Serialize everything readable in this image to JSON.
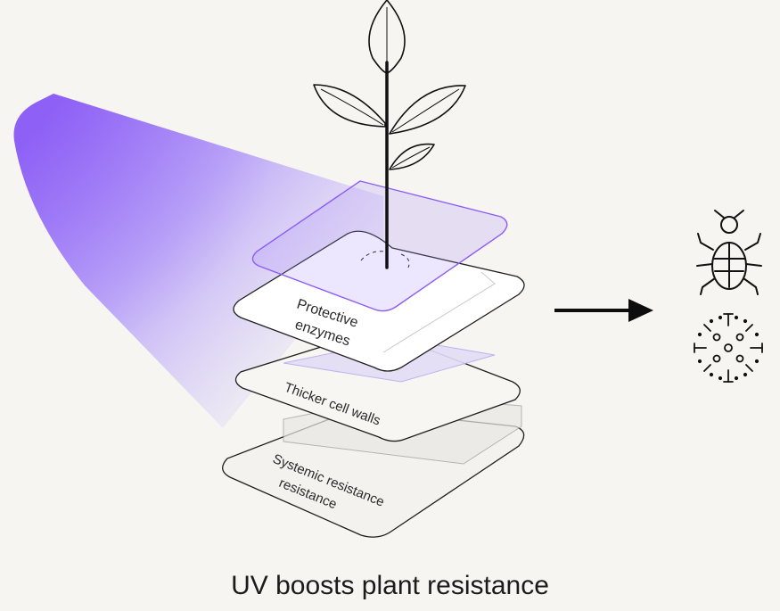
{
  "caption": "UV boosts plant resistance",
  "layers": {
    "enzymes_line1": "Protective",
    "enzymes_line2": "enzymes",
    "walls": "Thicker cell walls",
    "systemic_line1": "Systemic resistance",
    "systemic_line2": "resistance"
  },
  "colors": {
    "uv": "#8b5cf6",
    "background": "#f6f5f1",
    "ink": "#1b1b1b"
  },
  "icons": [
    "uv-beam",
    "plant-sprout-icon",
    "right-arrow-icon",
    "insect-icon",
    "pathogen-microbe-icon"
  ]
}
